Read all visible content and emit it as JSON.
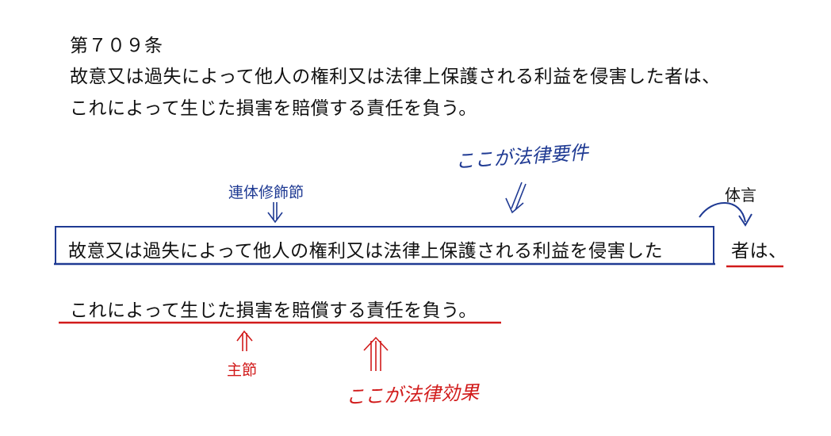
{
  "article": {
    "number": "第７０９条",
    "line1": "故意又は過失によって他人の権利又は法律上保護される利益を侵害した者は、",
    "line2": "これによって生じた損害を賠償する責任を負う。"
  },
  "diagram": {
    "modifier_clause_label": "連体修飾節",
    "legal_requirement_note": "ここが法律要件",
    "noun_label": "体言",
    "boxed_clause": "故意又は過失によって他人の権利又は法律上保護される利益を侵害した",
    "noun_phrase": "者は、",
    "main_clause_text": "これによって生じた損害を賠償する責任を負う。",
    "main_clause_label": "主節",
    "legal_effect_note": "ここが法律効果"
  },
  "colors": {
    "blue": "#1f3a93",
    "red": "#d11a1a",
    "text": "#111111"
  }
}
